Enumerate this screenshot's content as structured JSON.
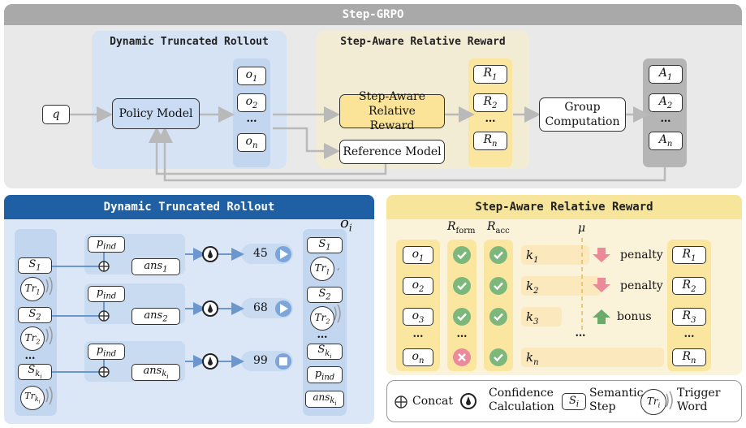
{
  "top": {
    "title": "Step-GRPO",
    "rollout_title": "Dynamic Truncated Rollout",
    "reward_title": "Step-Aware Relative Reward",
    "q": "q",
    "policy_model": "Policy Model",
    "outputs": [
      "o1",
      "o2",
      "…",
      "on"
    ],
    "reward_model": "Step-Aware Relative Reward",
    "reference_model": "Reference Model",
    "rewards": [
      "R1",
      "R2",
      "…",
      "Rn"
    ],
    "group_computation": "Group Computation",
    "advantages": [
      "A1",
      "A2",
      "…",
      "An"
    ]
  },
  "rollout": {
    "title": "Dynamic Truncated Rollout",
    "oi_label": "oi",
    "left_col": [
      "S1",
      "Tr1",
      "S2",
      "Tr2",
      "…",
      "Ski",
      "Trki"
    ],
    "rows": [
      {
        "p": "pind",
        "ans": "ans1",
        "score": "45",
        "action": "play"
      },
      {
        "p": "pind",
        "ans": "ans2",
        "score": "68",
        "action": "play"
      },
      {
        "p": "pind",
        "ans": "anski",
        "score": "99",
        "action": "stop"
      }
    ],
    "right_col": [
      "S1",
      "Tr1",
      "S2",
      "Tr2",
      "…",
      "Ski",
      "pind",
      "anski"
    ]
  },
  "reward": {
    "title": "Step-Aware Relative Reward",
    "col_form": "Rform",
    "col_acc": "Racc",
    "mu": "μ",
    "rows": [
      {
        "o": "o1",
        "form": "pass",
        "acc": "pass",
        "k": "k1",
        "signal": "penalty",
        "R": "R1"
      },
      {
        "o": "o2",
        "form": "pass",
        "acc": "pass",
        "k": "k2",
        "signal": "penalty",
        "R": "R2"
      },
      {
        "o": "o3",
        "form": "pass",
        "acc": "pass",
        "k": "k3",
        "signal": "bonus",
        "R": "R3"
      },
      {
        "o": "…",
        "form": "…",
        "acc": "…",
        "k": "…",
        "signal": "",
        "R": "…"
      },
      {
        "o": "on",
        "form": "fail",
        "acc": "pass",
        "k": "kn",
        "signal": "",
        "R": "Rn"
      }
    ]
  },
  "legend": {
    "concat": "Concat",
    "confidence": "Confidence Calculation",
    "semantic": "Semantic Step",
    "semantic_symbol": "Si",
    "trigger": "Trigger Word",
    "trigger_symbol": "Tri"
  },
  "colors": {
    "top_bg": "#e9e9e9",
    "top_header": "#a9a9a9",
    "blue_region": "#d5e3f5",
    "blue_col": "#c2d6f0",
    "yellow_region": "#f3ecd4",
    "yellow_col": "#fbe6a0",
    "gray_col": "#b5b5b5",
    "blue_header": "#1f5fa3",
    "yellow_header": "#f6e59b",
    "check_green": "#7cb77c",
    "cross_red": "#e98b9b",
    "arrow_pink": "#ec8a9a",
    "arrow_green": "#6aab6a"
  }
}
